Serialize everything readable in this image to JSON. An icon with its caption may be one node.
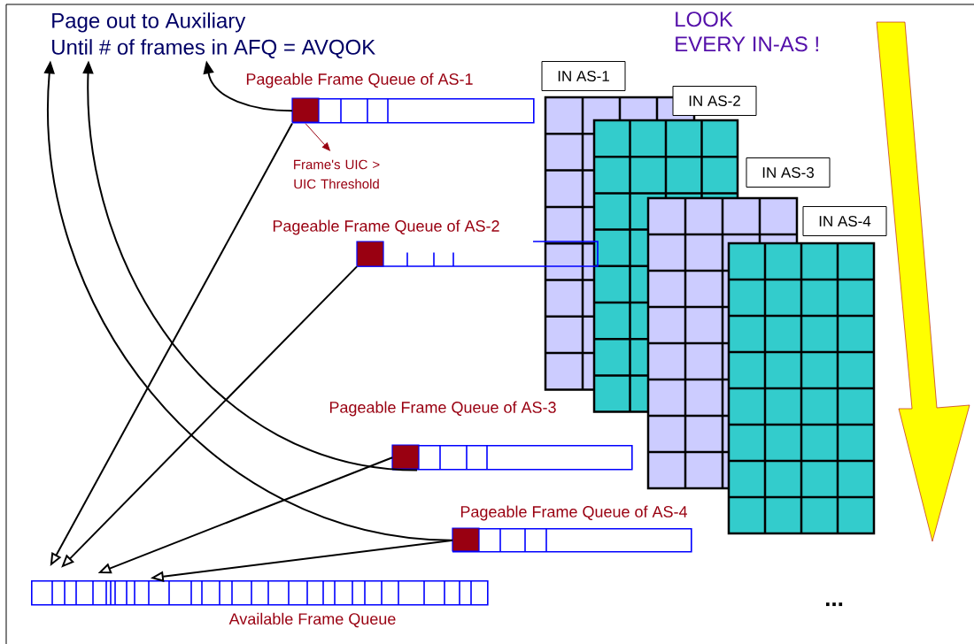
{
  "diagram": {
    "nodes": [
      {
        "text": [
          "Page out to Auxiliary",
          "Until # of frames in AFQ = AVQOK"
        ]
      },
      {
        "text": [
          "Pageable Frame Queue of AS-1"
        ]
      },
      {
        "text": [
          "Pageable Frame Queue of AS-2"
        ]
      },
      {
        "text": [
          "Pageable Frame Queue of AS-3"
        ]
      },
      {
        "text": [
          "Pageable Frame Queue of AS-4"
        ]
      },
      {
        "text": [
          "Available Frame Queue"
        ]
      },
      {
        "text": [
          "IN AS-1"
        ]
      },
      {
        "text": [
          "IN AS-2"
        ]
      },
      {
        "text": [
          "IN AS-3"
        ]
      },
      {
        "text": [
          "IN AS-4"
        ]
      },
      {
        "text": [
          "Frame's UIC > UIC Threshold"
        ]
      }
    ],
    "edges": [
      {
        "from": 1,
        "to": 0,
        "arrow": "to"
      },
      {
        "from": 3,
        "to": 0,
        "arrow": "to"
      },
      {
        "from": 4,
        "to": 0,
        "arrow": "to"
      },
      {
        "from": 1,
        "to": 5,
        "arrow": "to"
      },
      {
        "from": 2,
        "to": 5,
        "arrow": "to"
      },
      {
        "from": 3,
        "to": 5,
        "arrow": "to"
      },
      {
        "from": 4,
        "to": 5,
        "arrow": "to"
      },
      {
        "from": 1,
        "to": 10,
        "arrow": "to",
        "color": "#990011"
      }
    ],
    "labels": [
      "LOOK",
      "EVERY IN-AS !",
      "..."
    ]
  }
}
